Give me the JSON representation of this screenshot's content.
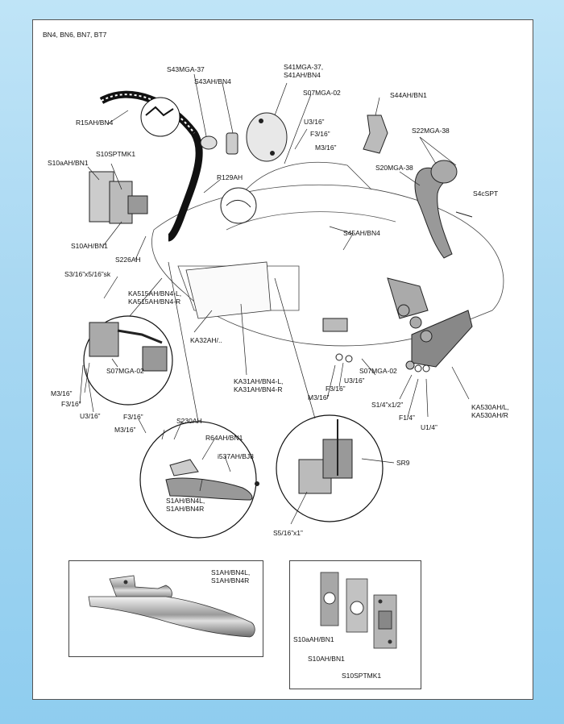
{
  "page": {
    "model_line": "BN4, BN6, BN7, BT7"
  },
  "labels": {
    "s43mga37": "S43MGA-37",
    "s43ah": "S43AH/BN4",
    "s41mga": "S41MGA-37,",
    "s41ah": "S41AH/BN4",
    "s07mga02_top": "S07MGA-02",
    "s44ah": "S44AH/BN1",
    "r15ah": "R15AH/BN4",
    "u3_16_top": "U3/16”",
    "f3_16_top": "F3/16”",
    "m3_16_top": "M3/16”",
    "s22mga38": "S22MGA-38",
    "s10sptmk1_top": "S10SPTMK1",
    "s10aah_top": "S10aAH/BN1",
    "s20mga38": "S20MGA-38",
    "r129ah": "R129AH",
    "s4cspt": "S4cSPT",
    "s45ah": "S45AH/BN4",
    "s10ah_left": "S10AH/BN1",
    "s226ah": "S226AH",
    "s3_16": "S3/16”x5/16”sk",
    "ka515_l": "KA515AH/BN4-L,",
    "ka515_r": "KA515AH/BN4-R",
    "ka32ah": "KA32AH/..",
    "s07mga02_left": "S07MGA-02",
    "s07mga02_right": "S07MGA-02",
    "u3_16_right": "U3/16”",
    "f3_16_right": "F3/16”",
    "m3_16_right": "M3/16”",
    "ka31_l": "KA31AH/BN4-L,",
    "ka31_r": "KA31AH/BN4-R",
    "s1_4x1_2": "S1/4”x1/2”",
    "f1_4": "F1/4”",
    "u1_4": "U1/4”",
    "ka530_l": "KA530AH/L,",
    "ka530_r": "KA530AH/R",
    "m3_16_left": "M3/16”",
    "f3_16_left": "F3/16”",
    "u3_16_left": "U3/16”",
    "f3_16_mid": "F3/16”",
    "m3_16_mid": "M3/16”",
    "s230ah": "S230AH",
    "r64ah": "R64AH/BN1",
    "i537ah": "i537AH/BJ8",
    "s1ah_l": "S1AH/BN4L,",
    "s1ah_r": "S1AH/BN4R",
    "sr9": "SR9",
    "s5_16": "S5/16”x1”"
  },
  "insets": {
    "handle_l": "S1AH/BN4L,",
    "handle_r": "S1AH/BN4R",
    "plate_s10aah": "S10aAH/BN1",
    "plate_s10ah": "S10AH/BN1",
    "plate_s10sptmk1": "S10SPTMK1"
  },
  "colors": {
    "background": "#a9d8f2",
    "sheet": "#ffffff",
    "ink": "#111111",
    "part_gray": "#9a9a9a"
  }
}
